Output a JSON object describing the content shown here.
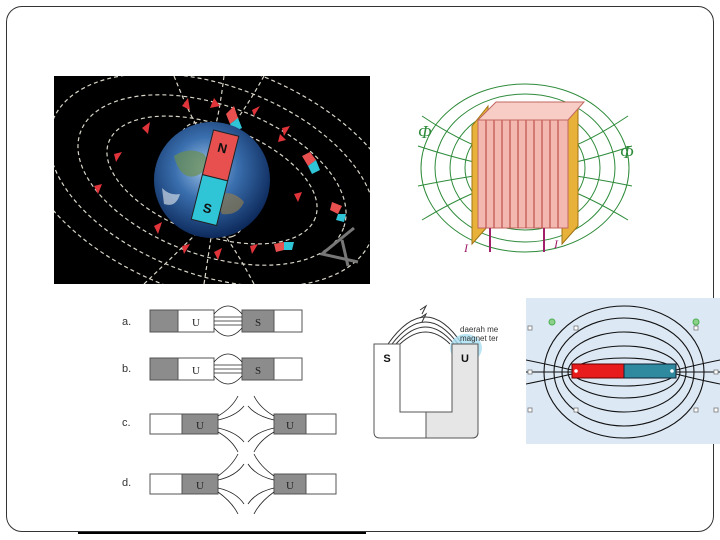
{
  "figures": {
    "earth": {
      "north_label": "N",
      "south_label": "S"
    },
    "coil": {
      "flux_left": "Φ",
      "flux_right": "Φ",
      "current_left": "I",
      "current_right": "I"
    },
    "poles": {
      "rows": [
        {
          "letter": "a.",
          "left": "U",
          "right": "S"
        },
        {
          "letter": "b.",
          "left": "U",
          "right": "S"
        },
        {
          "letter": "c.",
          "left": "U",
          "right": "U"
        },
        {
          "letter": "d.",
          "left": "U",
          "right": "U"
        }
      ]
    },
    "horseshoe": {
      "left_pole": "S",
      "right_pole": "U",
      "callout_line1": "daerah medan",
      "callout_line2": "magnet terkuat"
    }
  },
  "colors": {
    "north_red": "#e8504f",
    "south_cyan": "#2fc4d6",
    "coil_green": "#2e8b3a",
    "coil_frame": "#e8b23a",
    "bar_red": "#e81c1c",
    "bar_teal": "#2f8aa0",
    "highlight": "#a8dff2"
  }
}
